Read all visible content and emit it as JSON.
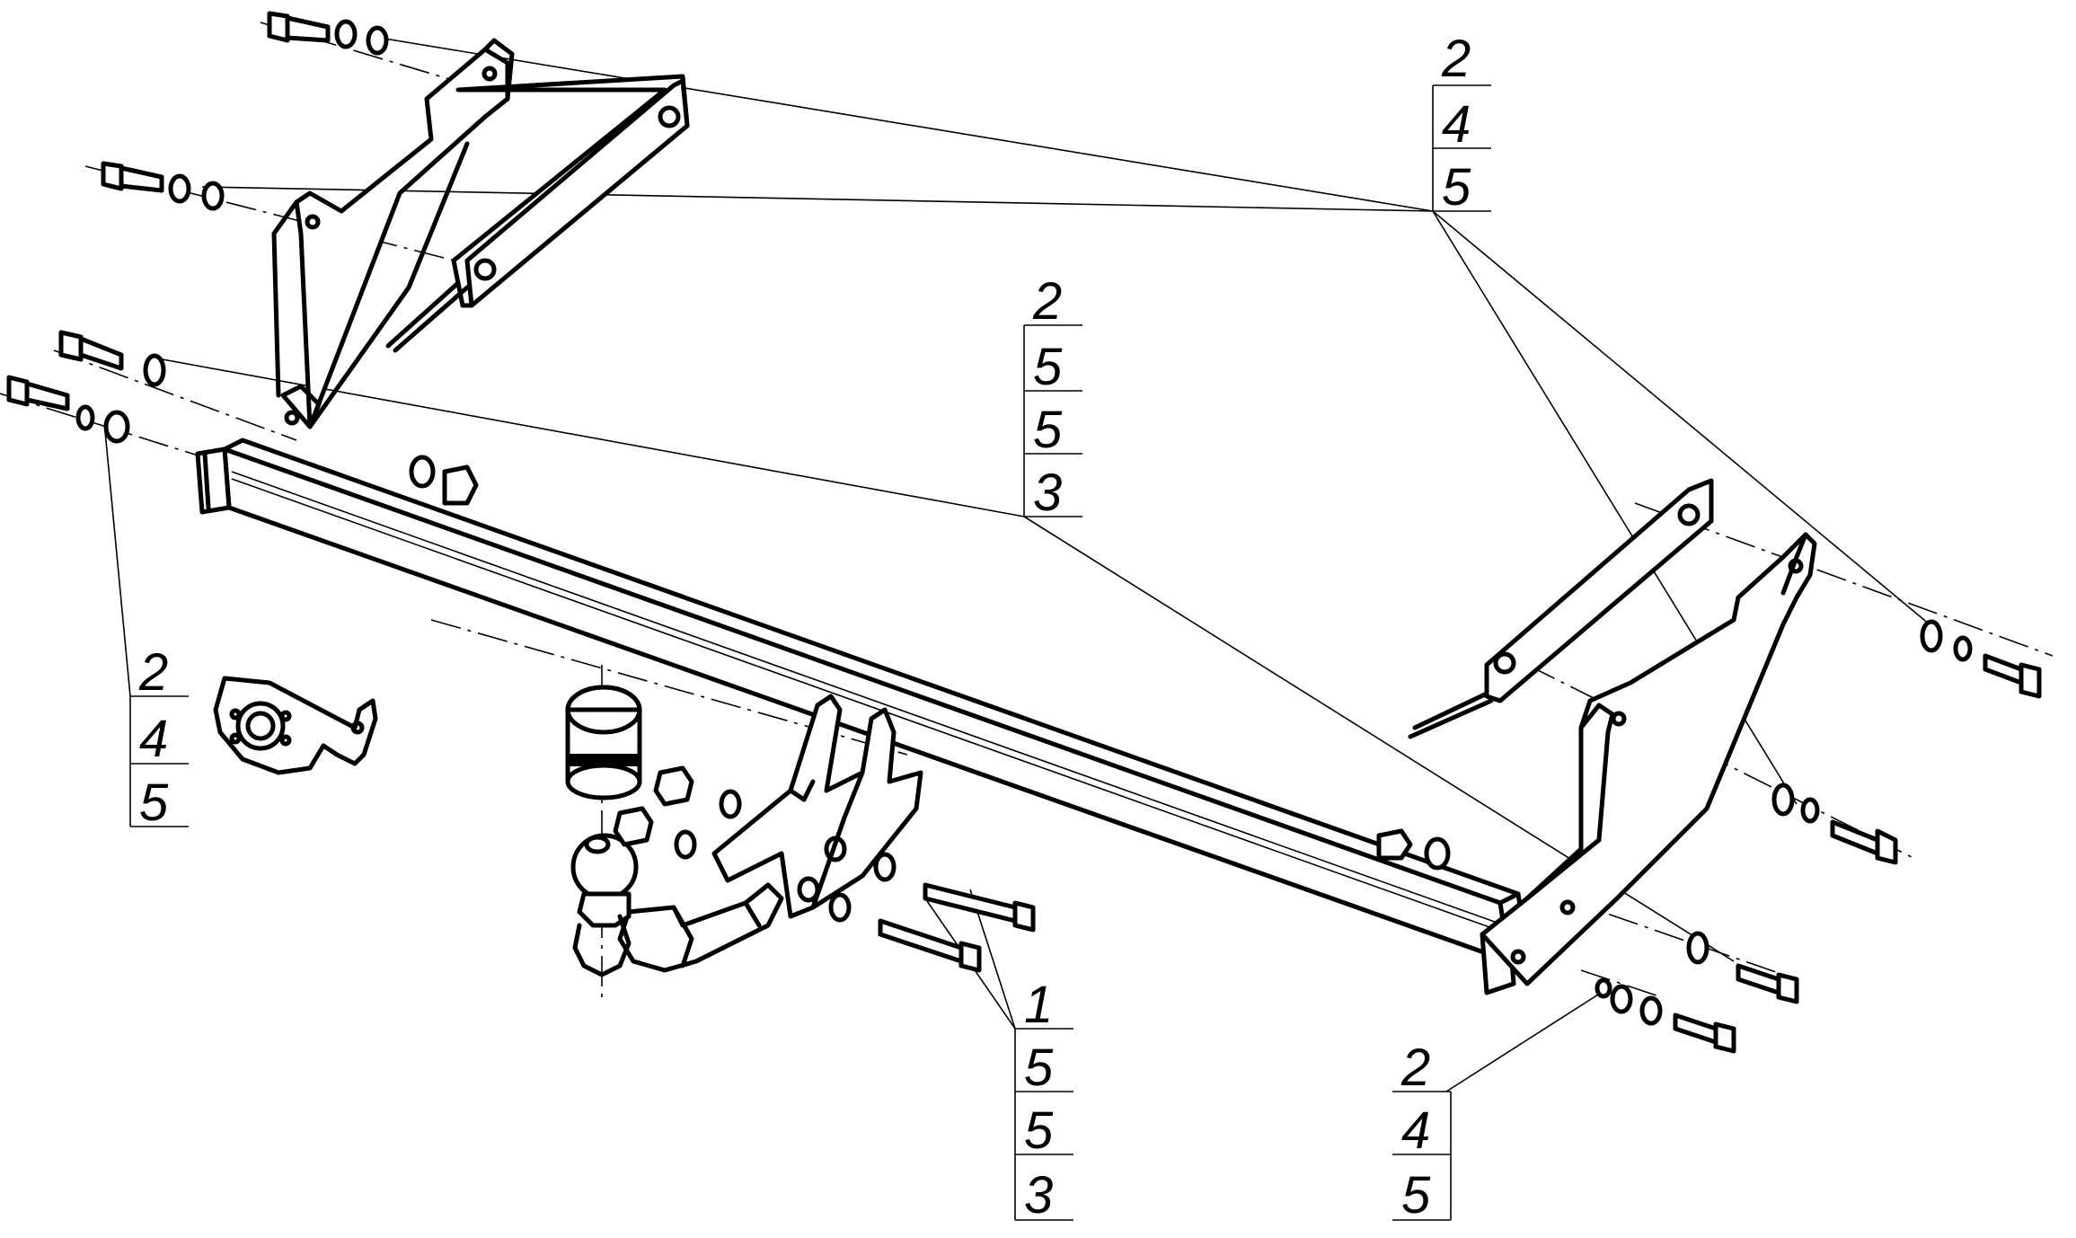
{
  "callouts": [
    {
      "id": "top-right",
      "items": [
        "2",
        "4",
        "5"
      ]
    },
    {
      "id": "center",
      "items": [
        "2",
        "5",
        "5",
        "3"
      ]
    },
    {
      "id": "left",
      "items": [
        "2",
        "4",
        "5"
      ]
    },
    {
      "id": "bottom-center",
      "items": [
        "1",
        "5",
        "5",
        "3"
      ]
    },
    {
      "id": "bottom-right",
      "items": [
        "2",
        "4",
        "5"
      ]
    }
  ]
}
